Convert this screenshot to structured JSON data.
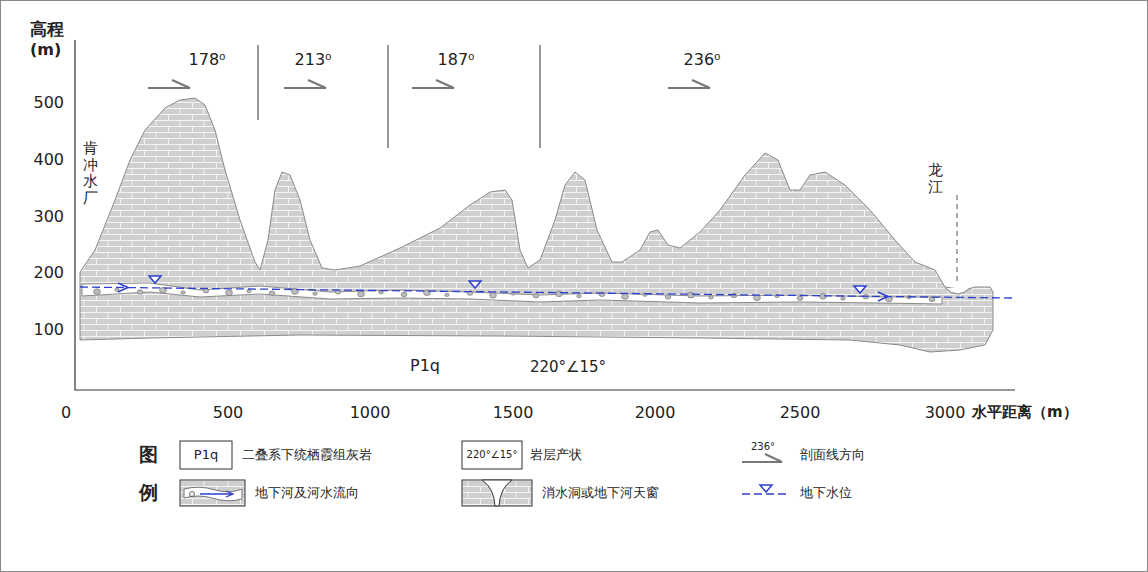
{
  "diagram": {
    "labels": [
      "高程",
      "(m)",
      "500",
      "400",
      "300",
      "200",
      "100",
      "0",
      "500",
      "1000",
      "1500",
      "2000",
      "2500",
      "3000",
      "水平距离（m）",
      "178⁰",
      "213⁰",
      "187⁰",
      "236⁰",
      "肯冲水厂",
      "龙江",
      "P1q",
      "220°∠15°",
      "图",
      "例",
      "P1q",
      "220°∠15°",
      "236°"
    ],
    "legend": [
      {
        "text": "二叠系下统栖霞组灰岩"
      },
      {
        "text": "岩层产状"
      },
      {
        "text": "剖面线方向"
      },
      {
        "text": "地下河及河水流向"
      },
      {
        "text": "消水洞或地下河天窗"
      },
      {
        "text": "地下水位"
      }
    ]
  }
}
